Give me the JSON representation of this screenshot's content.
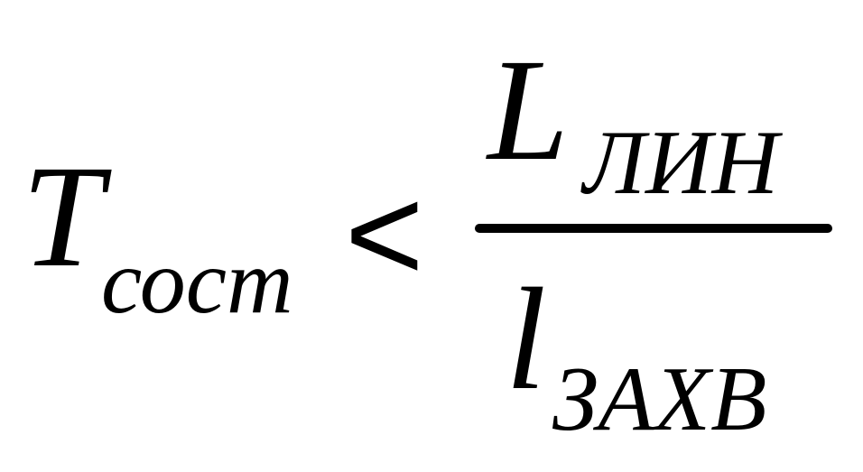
{
  "formula": {
    "lhs": {
      "symbol": "T",
      "subscript": "сост"
    },
    "relation": "<",
    "numerator": {
      "symbol": "L",
      "subscript": "ЛИН"
    },
    "denominator": {
      "symbol": "l",
      "subscript": "ЗАХВ"
    }
  }
}
